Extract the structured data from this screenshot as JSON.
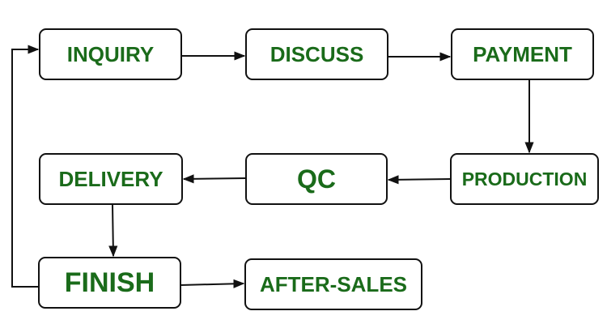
{
  "colors": {
    "label": "#1a6b1a",
    "stroke": "#111111",
    "background": "#ffffff"
  },
  "nodes": [
    {
      "id": "inquiry",
      "label": "INQUIRY"
    },
    {
      "id": "discuss",
      "label": "DISCUSS"
    },
    {
      "id": "payment",
      "label": "PAYMENT"
    },
    {
      "id": "production",
      "label": "PRODUCTION"
    },
    {
      "id": "qc",
      "label": "QC"
    },
    {
      "id": "delivery",
      "label": "DELIVERY"
    },
    {
      "id": "finish",
      "label": "FINISH"
    },
    {
      "id": "after-sales",
      "label": "AFTER-SALES"
    }
  ],
  "edges": [
    {
      "from": "inquiry",
      "to": "discuss"
    },
    {
      "from": "discuss",
      "to": "payment"
    },
    {
      "from": "payment",
      "to": "production"
    },
    {
      "from": "production",
      "to": "qc"
    },
    {
      "from": "qc",
      "to": "delivery"
    },
    {
      "from": "delivery",
      "to": "finish"
    },
    {
      "from": "finish",
      "to": "after-sales"
    },
    {
      "from": "finish",
      "to": "inquiry"
    }
  ]
}
